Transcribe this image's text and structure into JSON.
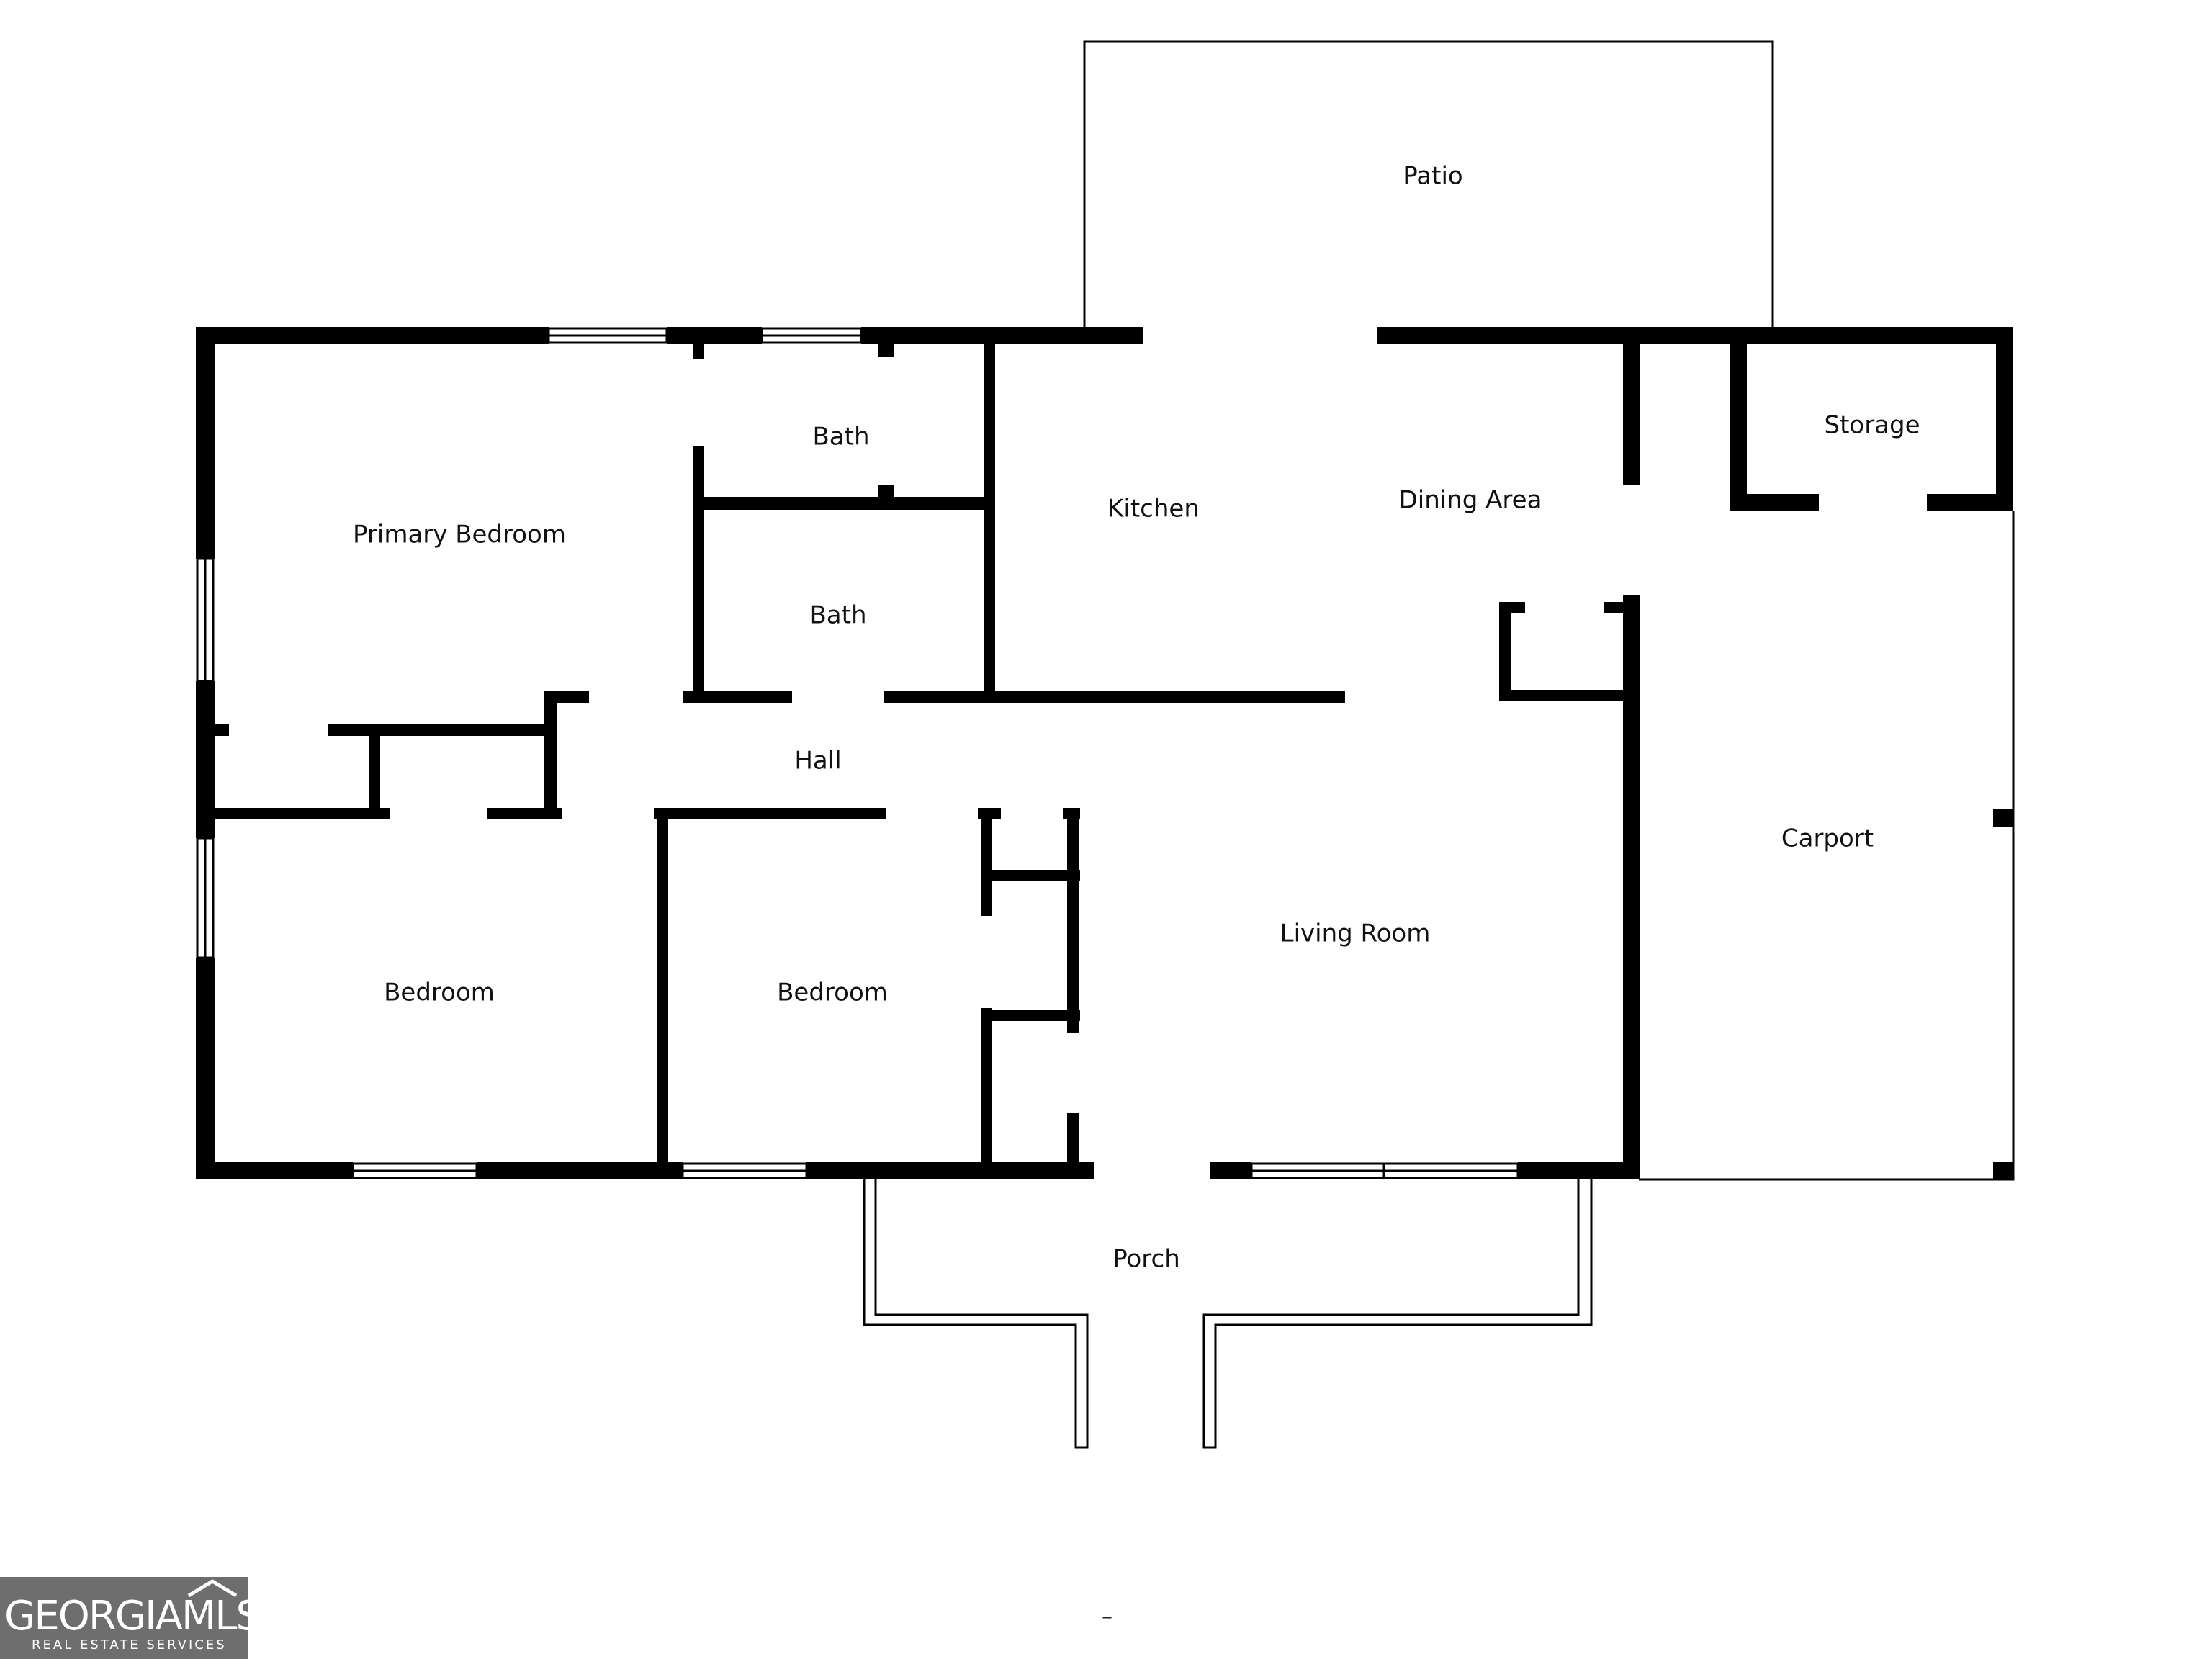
{
  "rooms": {
    "patio": "Patio",
    "bath_upper": "Bath",
    "bath_lower": "Bath",
    "storage": "Storage",
    "primary_bedroom": "Primary Bedroom",
    "kitchen": "Kitchen",
    "dining_area": "Dining Area",
    "hall": "Hall",
    "carport": "Carport",
    "living_room": "Living Room",
    "bedroom_left": "Bedroom",
    "bedroom_middle": "Bedroom",
    "porch": "Porch"
  },
  "logo": {
    "main": "GEORGIAMLS",
    "sub": "REAL ESTATE SERVICES"
  },
  "footer_mark": "–",
  "colors": {
    "wall": "#000000",
    "background": "#ffffff",
    "logo_bg": "#6e6e6e"
  }
}
